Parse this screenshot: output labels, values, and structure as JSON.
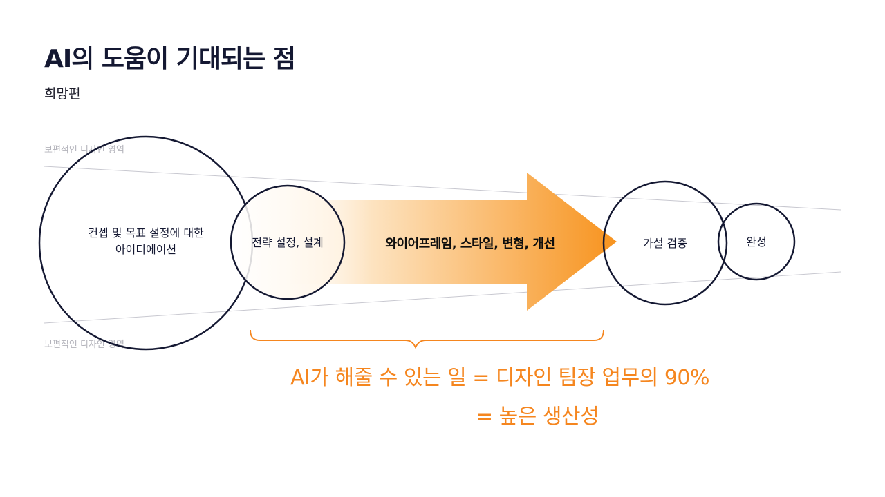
{
  "header": {
    "title": "AI의 도움이 기대되는 점",
    "subtitle": "희망편"
  },
  "regions": {
    "top_label": "보편적인 디자인 영역",
    "bottom_label": "보편적인 디자인 영역"
  },
  "nodes": {
    "consulting": {
      "line1": "컨셉 및 목표 설정에 대한",
      "line2": "아이디에이션"
    },
    "strategy": {
      "label": "전략 설정, 설계"
    },
    "arrow": {
      "label": "와이어프레임, 스타일, 변형, 개선"
    },
    "hypothesis": {
      "label": "가설 검증"
    },
    "complete": {
      "label": "완성"
    }
  },
  "summary": {
    "line1": "AI가 해줄 수 있는 일  =  디자인 팀장 업무의 90%",
    "line2": "=  높은 생산성"
  },
  "colors": {
    "circle_stroke": "#141832",
    "arrow_start": "#fde7c9",
    "arrow_end": "#f7931e",
    "accent": "#f5861f",
    "guide_line": "#c8c8d0"
  }
}
